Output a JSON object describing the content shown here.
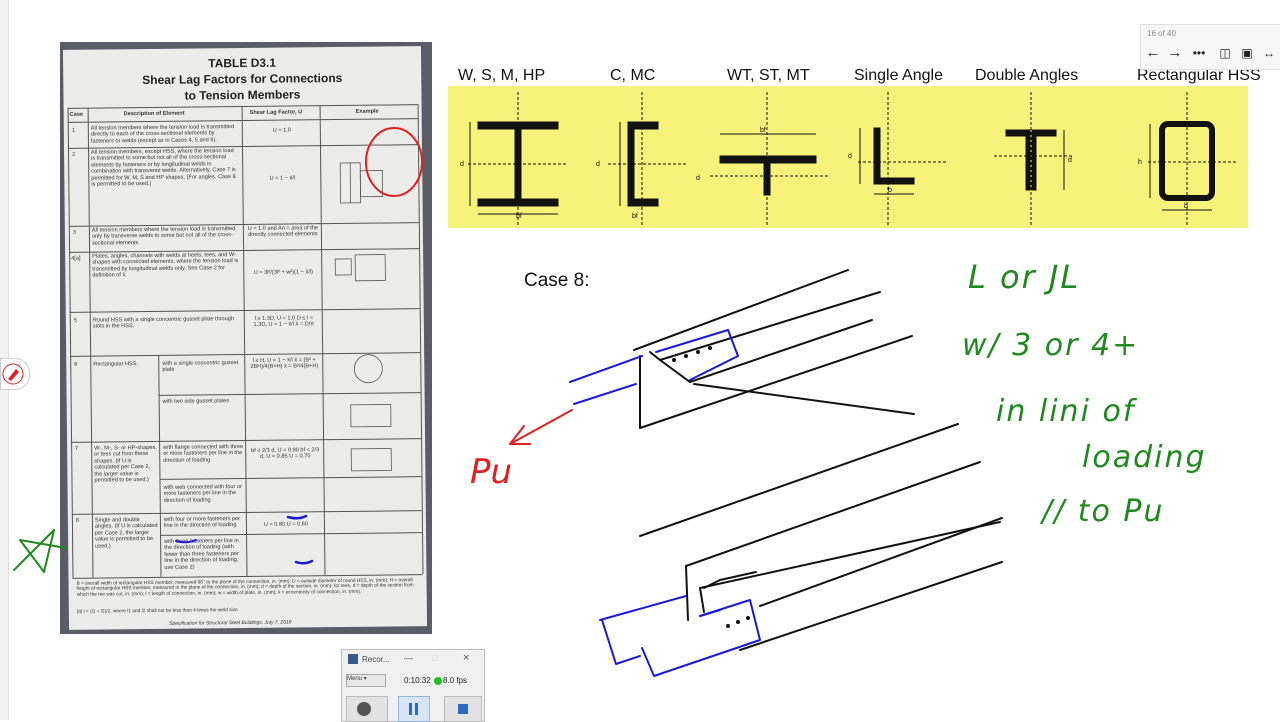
{
  "nav": {
    "page_indicator": "16 of 40"
  },
  "table": {
    "title_line1": "TABLE D3.1",
    "title_line2": "Shear Lag Factors for Connections",
    "title_line3": "to Tension Members",
    "headers": [
      "Case",
      "Description of Element",
      "Shear Lag Factor, U",
      "Example"
    ],
    "rows": [
      {
        "case": "1",
        "desc": "All tension members where the tension load is transmitted directly to each of the cross-sectional elements by fasteners or welds (except as in Cases 4, 5 and 6).",
        "u": "U = 1.0"
      },
      {
        "case": "2",
        "desc": "All tension members, except HSS, where the tension load is transmitted to some but not all of the cross-sectional elements by fasteners or by longitudinal welds in combination with transverse welds. Alternatively, Case 7 is permitted for W, M, S and HP shapes. (For angles, Case 8 is permitted to be used.)",
        "u": "U = 1 − x̄/l"
      },
      {
        "case": "3",
        "desc": "All tension members where the tension load is transmitted only by transverse welds to some but not all of the cross-sectional elements.",
        "u": "U = 1.0 and An = area of the directly connected elements"
      },
      {
        "case": "4[a]",
        "desc": "Plates, angles, channels with welds at heels, tees, and W-shapes with connected elements, where the tension load is transmitted by longitudinal welds only. See Case 2 for definition of x̄.",
        "u": "U = 3l²/(3l² + w²)(1 − x̄/l)"
      },
      {
        "case": "5",
        "desc": "Round HSS with a single concentric gusset plate through slots in the HSS.",
        "u": "l ≥ 1.3D, U = 1.0   D ≤ l < 1.3D, U = 1 − x̄/l   x̄ = D/π"
      },
      {
        "case": "6",
        "desc": "Rectangular HSS.",
        "sub": [
          "with a single concentric gusset plate",
          "with two side gusset plates"
        ],
        "u": "l ≥ H, U = 1 − x̄/l   x̄ = (B² + 2BH)/4(B+H)   x̄ = B²/4(B+H)"
      },
      {
        "case": "7",
        "desc": "W-, M-, S- or HP-shapes, or tees cut from these shapes. (If U is calculated per Case 2, the larger value is permitted to be used.)",
        "sub": [
          "with flange connected with three or more fasteners per line in the direction of loading",
          "with web connected with four or more fasteners per line in the direction of loading"
        ],
        "u": "bf ≥ 2/3 d, U = 0.90   bf < 2/3 d, U = 0.85   U = 0.70"
      },
      {
        "case": "8",
        "desc": "Single and double angles. (If U is calculated per Case 2, the larger value is permitted to be used.)",
        "sub": [
          "with four or more fasteners per line in the direction of loading",
          "with three fasteners per line in the direction of loading (with fewer than three fasteners per line in the direction of loading, use Case 2)"
        ],
        "u": "U = 0.80   U = 0.60"
      }
    ],
    "footnote": "B = overall width of rectangular HSS member, measured 90° to the plane of the connection, in. (mm); D = outside diameter of round HSS, in. (mm); H = overall height of rectangular HSS member, measured in the plane of the connection, in. (mm); d = depth of the section, in. (mm); for tees, d = depth of the section from which the tee was cut, in. (mm); l = length of connection, in. (mm); w = width of plate, in. (mm); x̄ = eccentricity of connection, in. (mm).",
    "footnote2": "[a] l = (l1 + l2)/2, where l1 and l2 shall not be less than 4 times the weld size.",
    "source": "Specification for Structural Steel Buildings, July 7, 2016"
  },
  "shapes": {
    "labels": [
      "W, S, M, HP",
      "C, MC",
      "WT, ST, MT",
      "Single Angle",
      "Double Angles",
      "Rectangular HSS"
    ]
  },
  "notes": {
    "case_label": "Case 8:",
    "pu_left": "Pu",
    "line1": "L  or  JL",
    "line2": "w/  3  or  4+",
    "line3": "in  lini  of",
    "line4": "loading",
    "line5": "//  to  Pu"
  },
  "recorder": {
    "title": "Recor...",
    "menu": "Menu",
    "time": "0:10:32",
    "fps": "8.0 fps"
  },
  "colors": {
    "ink_black": "#111111",
    "ink_blue": "#1a1ad6",
    "ink_red": "#e02020",
    "ink_green": "#1e8a1e",
    "highlight": "#f7f27a"
  }
}
